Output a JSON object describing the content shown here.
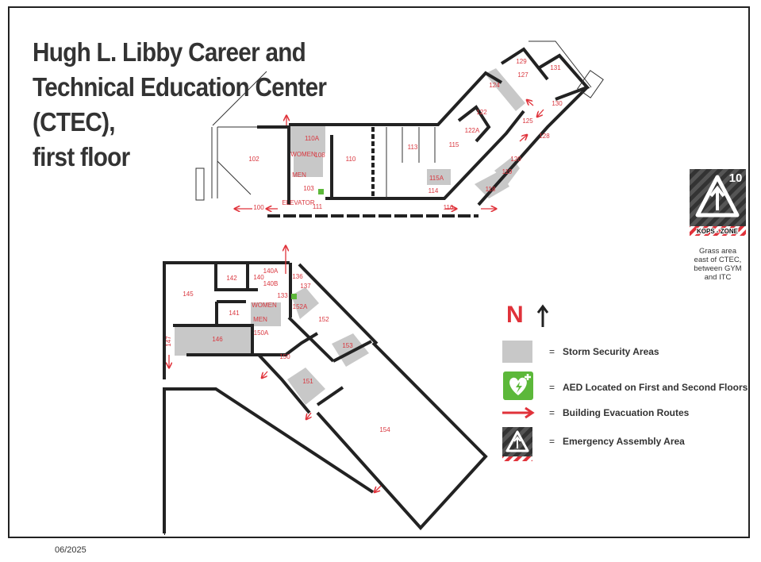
{
  "title_lines": [
    "Hugh L. Libby Career and",
    "Technical Education Center",
    "(CTEC),",
    "first floor"
  ],
  "date": "06/2025",
  "rooms": [
    "102",
    "110A",
    "WOMEN",
    "108",
    "MEN",
    "103",
    "ELEVATOR",
    "100",
    "111",
    "110",
    "113",
    "115",
    "115A",
    "114",
    "116",
    "122",
    "122A",
    "118",
    "119",
    "120",
    "128",
    "125",
    "130",
    "124",
    "127",
    "129",
    "131",
    "142",
    "140",
    "140A",
    "140B",
    "136",
    "137",
    "133",
    "145",
    "141",
    "WOMEN",
    "MEN",
    "152A",
    "152",
    "150A",
    "146",
    "147",
    "153",
    "150",
    "151",
    "154"
  ],
  "assembly": {
    "number": "10",
    "zone_label": "KOPS - ZONE",
    "caption": [
      "Grass area",
      "east of CTEC,",
      "between GYM",
      "and ITC"
    ]
  },
  "legend": {
    "north_label": "N",
    "items": [
      {
        "icon": "gray-swatch",
        "label": "Storm Security Areas"
      },
      {
        "icon": "aed-icon",
        "label": "AED Located on First and Second Floors"
      },
      {
        "icon": "red-arrow-icon",
        "label": "Building Evacuation Routes"
      },
      {
        "icon": "kops-zone-icon",
        "label": "Emergency Assembly Area"
      }
    ],
    "equals": "="
  },
  "colors": {
    "storm_area": "#c8c8c8",
    "evac": "#e0323a",
    "aed": "#5cb83a",
    "walls": "#222222"
  }
}
